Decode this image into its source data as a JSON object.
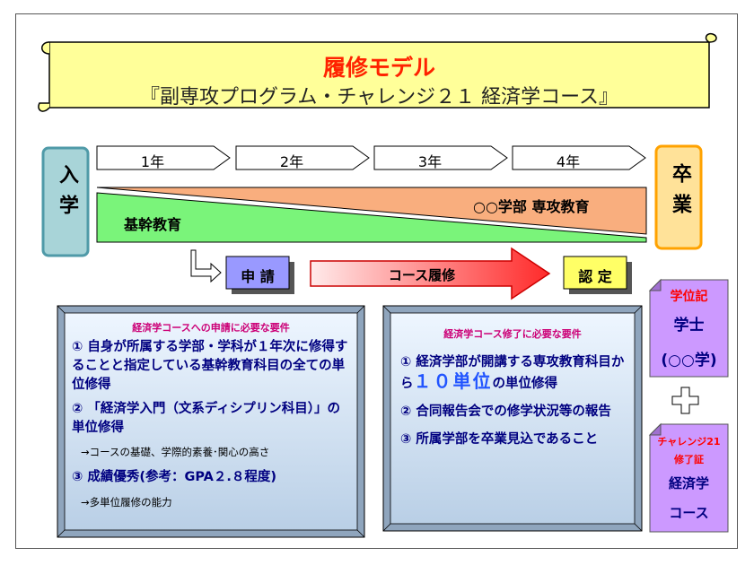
{
  "title": {
    "line1": "履修モデル",
    "line2": "『副専攻プログラム・チャレンジ２１ 経済学コース』"
  },
  "entry_label": "入学",
  "graduation_label": "卒業",
  "years": [
    "1年",
    "2年",
    "3年",
    "4年"
  ],
  "bands": {
    "major": "○○学部 専攻教育",
    "basic": "基幹教育"
  },
  "flow": {
    "apply": "申 請",
    "course": "コース履修",
    "certify": "認 定"
  },
  "left_panel": {
    "heading": "経済学コースへの申請に必要な要件",
    "item1": "① 自身が所属する学部・学科が１年次に修得することと指定している基幹教育科目の全ての単位修得",
    "item2": "② 「経済学入門（文系ディシプリン科目）」の単位修得",
    "note2": "→コースの基礎、学際的素養･関心の高さ",
    "item3": "③ 成績優秀(参考：GPA２.８程度)",
    "note3": "→多単位履修の能力"
  },
  "right_panel": {
    "heading": "経済学コース修了に必要な要件",
    "item1_pre": "① 経済学部が開講する専攻教育科目から",
    "item1_big": "１０単位",
    "item1_post": "の単位修得",
    "item2": "② 合同報告会での修学状況等の報告",
    "item3": "③ 所属学部を卒業見込であること"
  },
  "degree_box": {
    "header": "学位記",
    "line1": "学士",
    "line2": "(○○学)"
  },
  "plus_symbol": "+",
  "cert_box": {
    "header1": "チャレンジ21",
    "header2": "修了証",
    "line1": "経済学",
    "line2": "コース"
  },
  "colors": {
    "title_red": "#ff2200",
    "scroll_fill": "#ffff99",
    "major_band": "#f9ae7e",
    "basic_band": "#7af47a",
    "entry_box": "#a8d4d8",
    "grad_box": "#ffe299",
    "apply_box": "#9999ff",
    "certify_box": "#ffff66",
    "purple_box": "#cc99ff",
    "navy_text": "#000080"
  }
}
